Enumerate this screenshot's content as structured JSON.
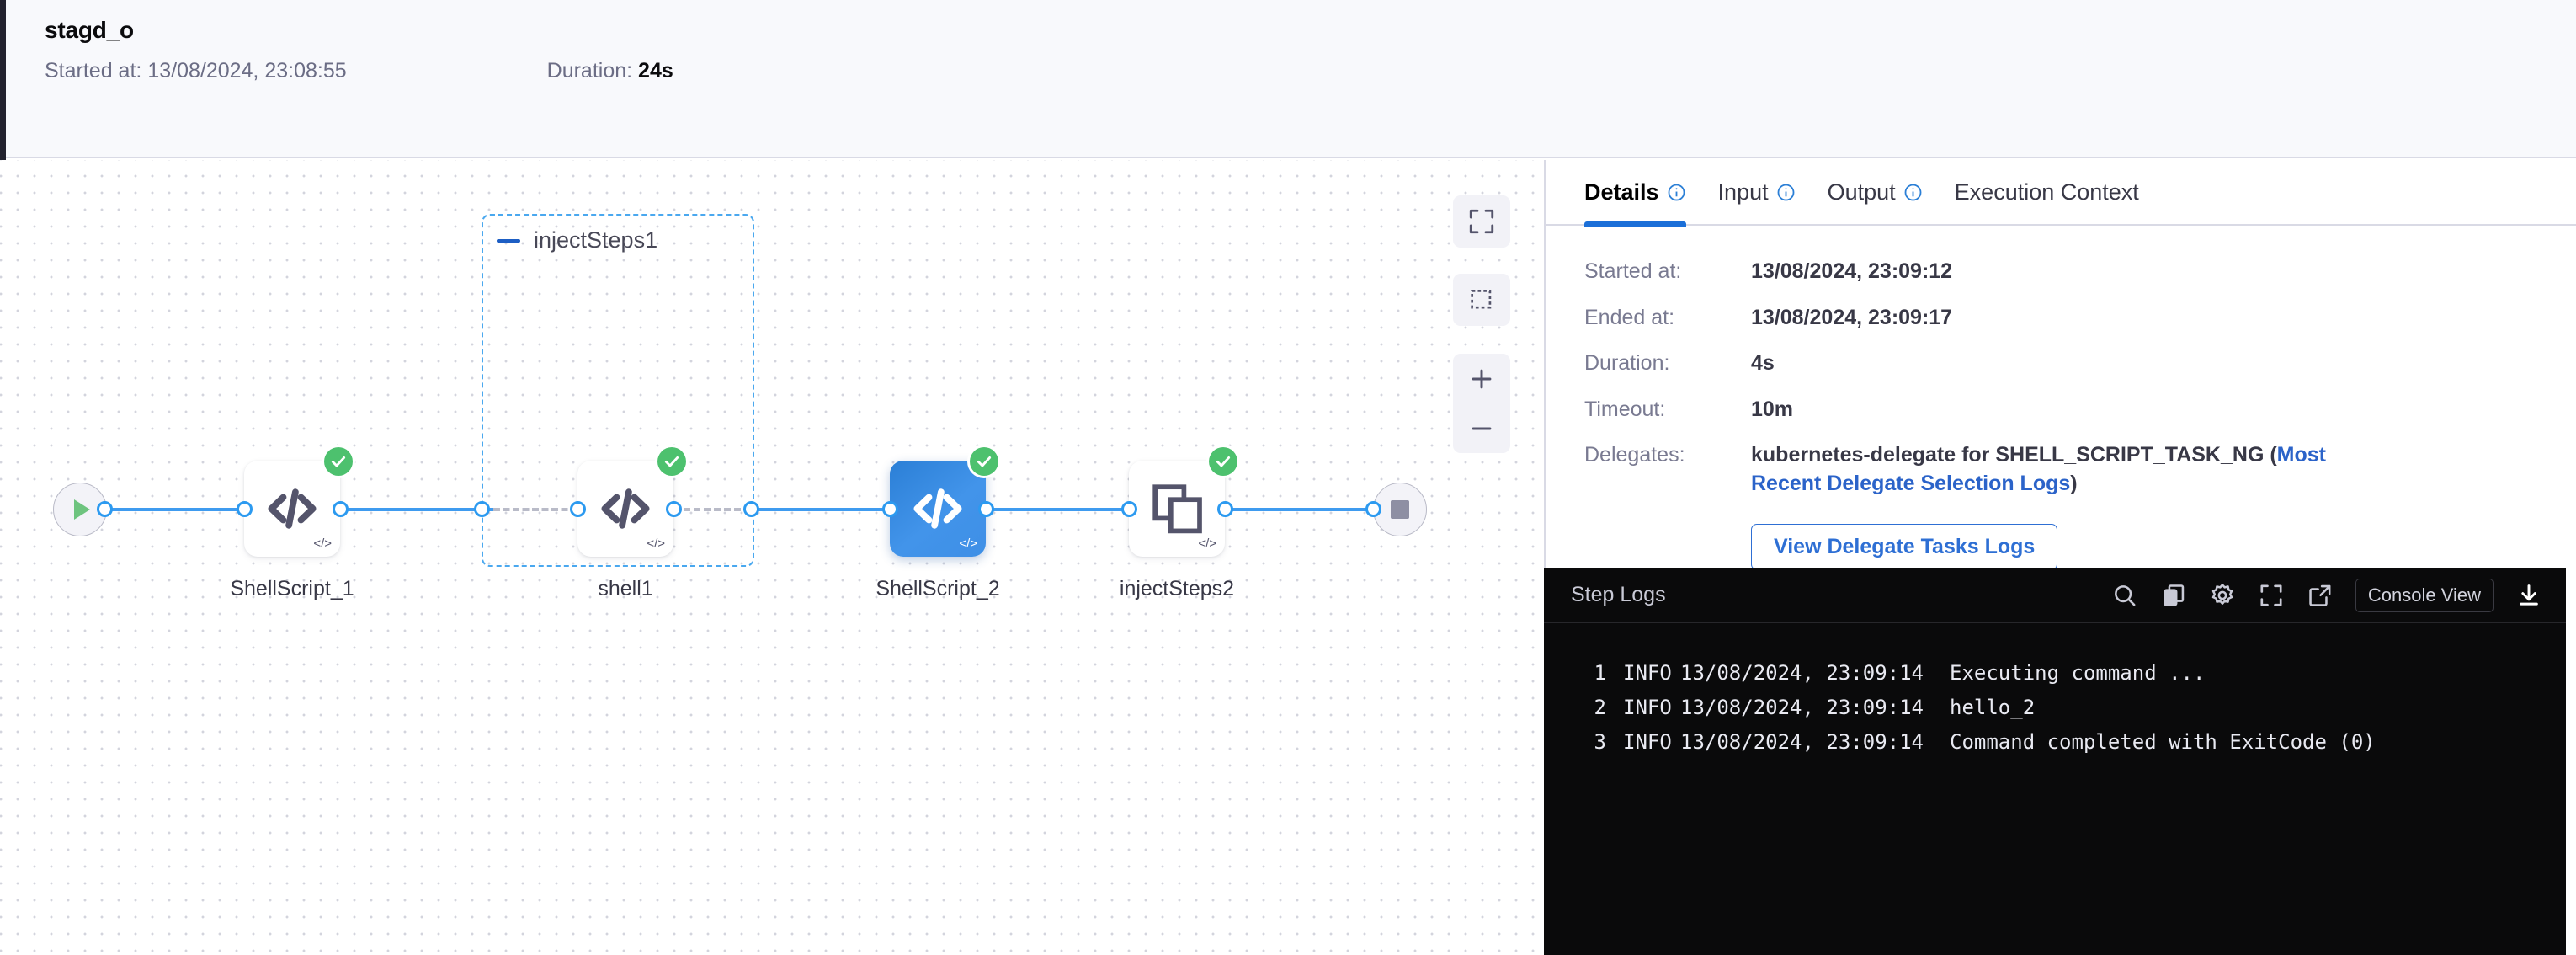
{
  "header": {
    "title": "stagd_o",
    "started_label": "Started at:",
    "started_value": "13/08/2024, 23:08:55",
    "duration_label": "Duration:",
    "duration_value": "24s"
  },
  "graph": {
    "start_node": "start-node",
    "end_node": "end-node",
    "nodes": [
      {
        "label": "ShellScript_1",
        "icon": "code-icon",
        "status": "success",
        "selected": false
      },
      {
        "label": "shell1",
        "icon": "code-icon",
        "status": "success",
        "selected": false
      },
      {
        "label": "ShellScript_2",
        "icon": "code-icon",
        "status": "success",
        "selected": true
      },
      {
        "label": "injectSteps2",
        "icon": "layers-icon",
        "status": "success",
        "selected": false
      }
    ],
    "group": {
      "title": "injectSteps1",
      "collapsed": false
    },
    "zoom_controls": [
      {
        "name": "fit-to-screen",
        "icon": "expand-icon"
      },
      {
        "name": "selection-box",
        "icon": "marquee-icon"
      },
      {
        "name": "zoom-in",
        "icon": "plus-icon"
      },
      {
        "name": "zoom-out",
        "icon": "minus-icon"
      }
    ]
  },
  "panel": {
    "tabs": [
      {
        "label": "Details",
        "info": true,
        "active": true
      },
      {
        "label": "Input",
        "info": true,
        "active": false
      },
      {
        "label": "Output",
        "info": true,
        "active": false
      },
      {
        "label": "Execution Context",
        "info": false,
        "active": false
      }
    ],
    "details": [
      {
        "key": "Started at:",
        "value": "13/08/2024, 23:09:12"
      },
      {
        "key": "Ended at:",
        "value": "13/08/2024, 23:09:17"
      },
      {
        "key": "Duration:",
        "value": "4s"
      },
      {
        "key": "Timeout:",
        "value": "10m"
      }
    ],
    "delegates": {
      "key": "Delegates:",
      "text": "kubernetes-delegate for SHELL_SCRIPT_TASK_NG (",
      "link": "Most Recent Delegate Selection Logs",
      "suffix": ")"
    },
    "delegate_button": "View Delegate Tasks Logs"
  },
  "console": {
    "title": "Step Logs",
    "tools": [
      {
        "name": "search-icon"
      },
      {
        "name": "copy-icon"
      },
      {
        "name": "gear-icon"
      },
      {
        "name": "fullscreen-icon"
      },
      {
        "name": "external-link-icon"
      }
    ],
    "view_button": "Console View",
    "download": "download-icon",
    "logs": [
      {
        "num": "1",
        "level": "INFO",
        "time": "13/08/2024, 23:09:14",
        "message": "Executing command ..."
      },
      {
        "num": "2",
        "level": "INFO",
        "time": "13/08/2024, 23:09:14",
        "message": "hello_2"
      },
      {
        "num": "3",
        "level": "INFO",
        "time": "13/08/2024, 23:09:14",
        "message": "Command completed with ExitCode (0)"
      }
    ]
  },
  "colors": {
    "accent_blue": "#3f9bef",
    "selected_node": "#3e8fe6",
    "success_green": "#4dc16e",
    "link_blue": "#2b63c9",
    "header_bg": "#f8f9fc",
    "console_bg": "#0a0a0b"
  }
}
